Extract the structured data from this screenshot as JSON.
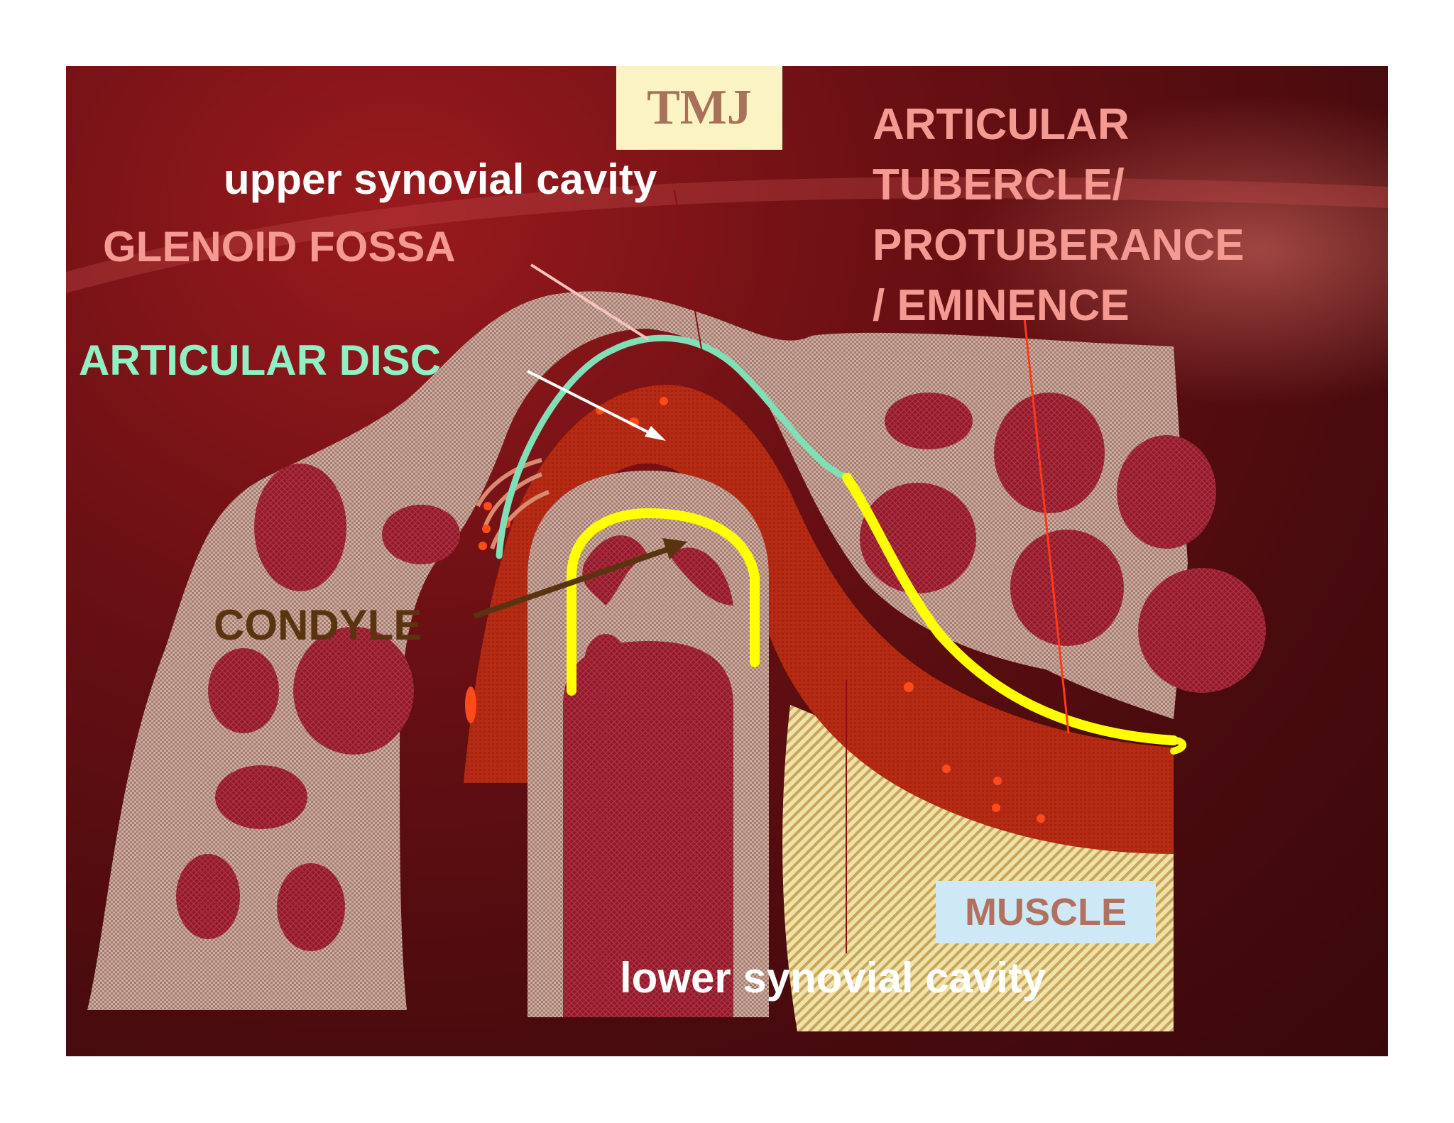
{
  "title": "TMJ",
  "labels": {
    "upper_synovial_cavity": "upper synovial cavity",
    "glenoid_fossa": "GLENOID FOSSA",
    "articular_disc": "ARTICULAR DISC",
    "condyle": "CONDYLE",
    "articular_tubercle": [
      "ARTICULAR",
      "TUBERCLE/",
      "PROTUBERANCE",
      "/ EMINENCE"
    ],
    "muscle": "MUSCLE",
    "lower_synovial_cavity": "lower synovial cavity"
  },
  "colors": {
    "background": "#6b1014",
    "bone": "#c9a79a",
    "marrow": "#8a1a24",
    "disc": "#b52b14",
    "cartilage_upper": "#7fe0b8",
    "cartilage_lower": "#ffff00",
    "muscle": "#e6d48f",
    "label_pink": "#f49a92",
    "label_green": "#8ff0c4",
    "label_brown": "#5a3410",
    "label_white": "#ffffff"
  }
}
